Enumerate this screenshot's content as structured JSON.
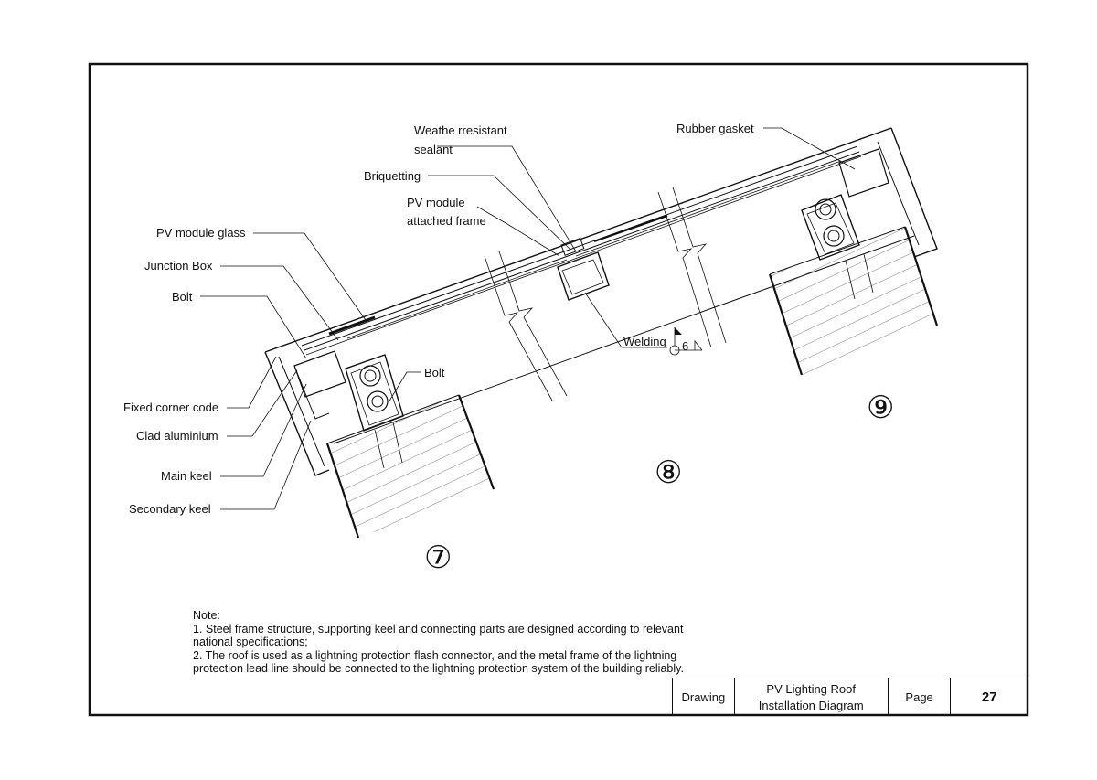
{
  "labels": {
    "pv_module_glass": "PV module glass",
    "junction_box": "Junction Box",
    "bolt_left": "Bolt",
    "bolt_mid": "Bolt",
    "fixed_corner_code": "Fixed corner code",
    "clad_aluminium": "Clad aluminium",
    "main_keel": "Main keel",
    "secondary_keel": "Secondary keel",
    "weather_sealant_1": "Weathe rresistant",
    "weather_sealant_2": "sealant",
    "briquetting": "Briquetting",
    "pv_frame_1": "PV module",
    "pv_frame_2": "attached frame",
    "rubber_gasket": "Rubber gasket",
    "welding": "Welding",
    "weld_size": "6"
  },
  "detail_markers": {
    "seven": "⑦",
    "eight": "⑧",
    "nine": "⑨"
  },
  "note": {
    "title": "Note:",
    "lines": [
      "1. Steel frame structure, supporting keel and connecting parts are designed according to relevant national specifications;",
      "2. The roof is used as a lightning protection flash connector, and the metal frame of the lightning protection lead line should be connected to the lightning protection system of the building reliably."
    ]
  },
  "title_block": {
    "drawing_label": "Drawing",
    "drawing_title_1": "PV Lighting Roof",
    "drawing_title_2": "Installation Diagram",
    "page_label": "Page",
    "page_number": "27"
  }
}
